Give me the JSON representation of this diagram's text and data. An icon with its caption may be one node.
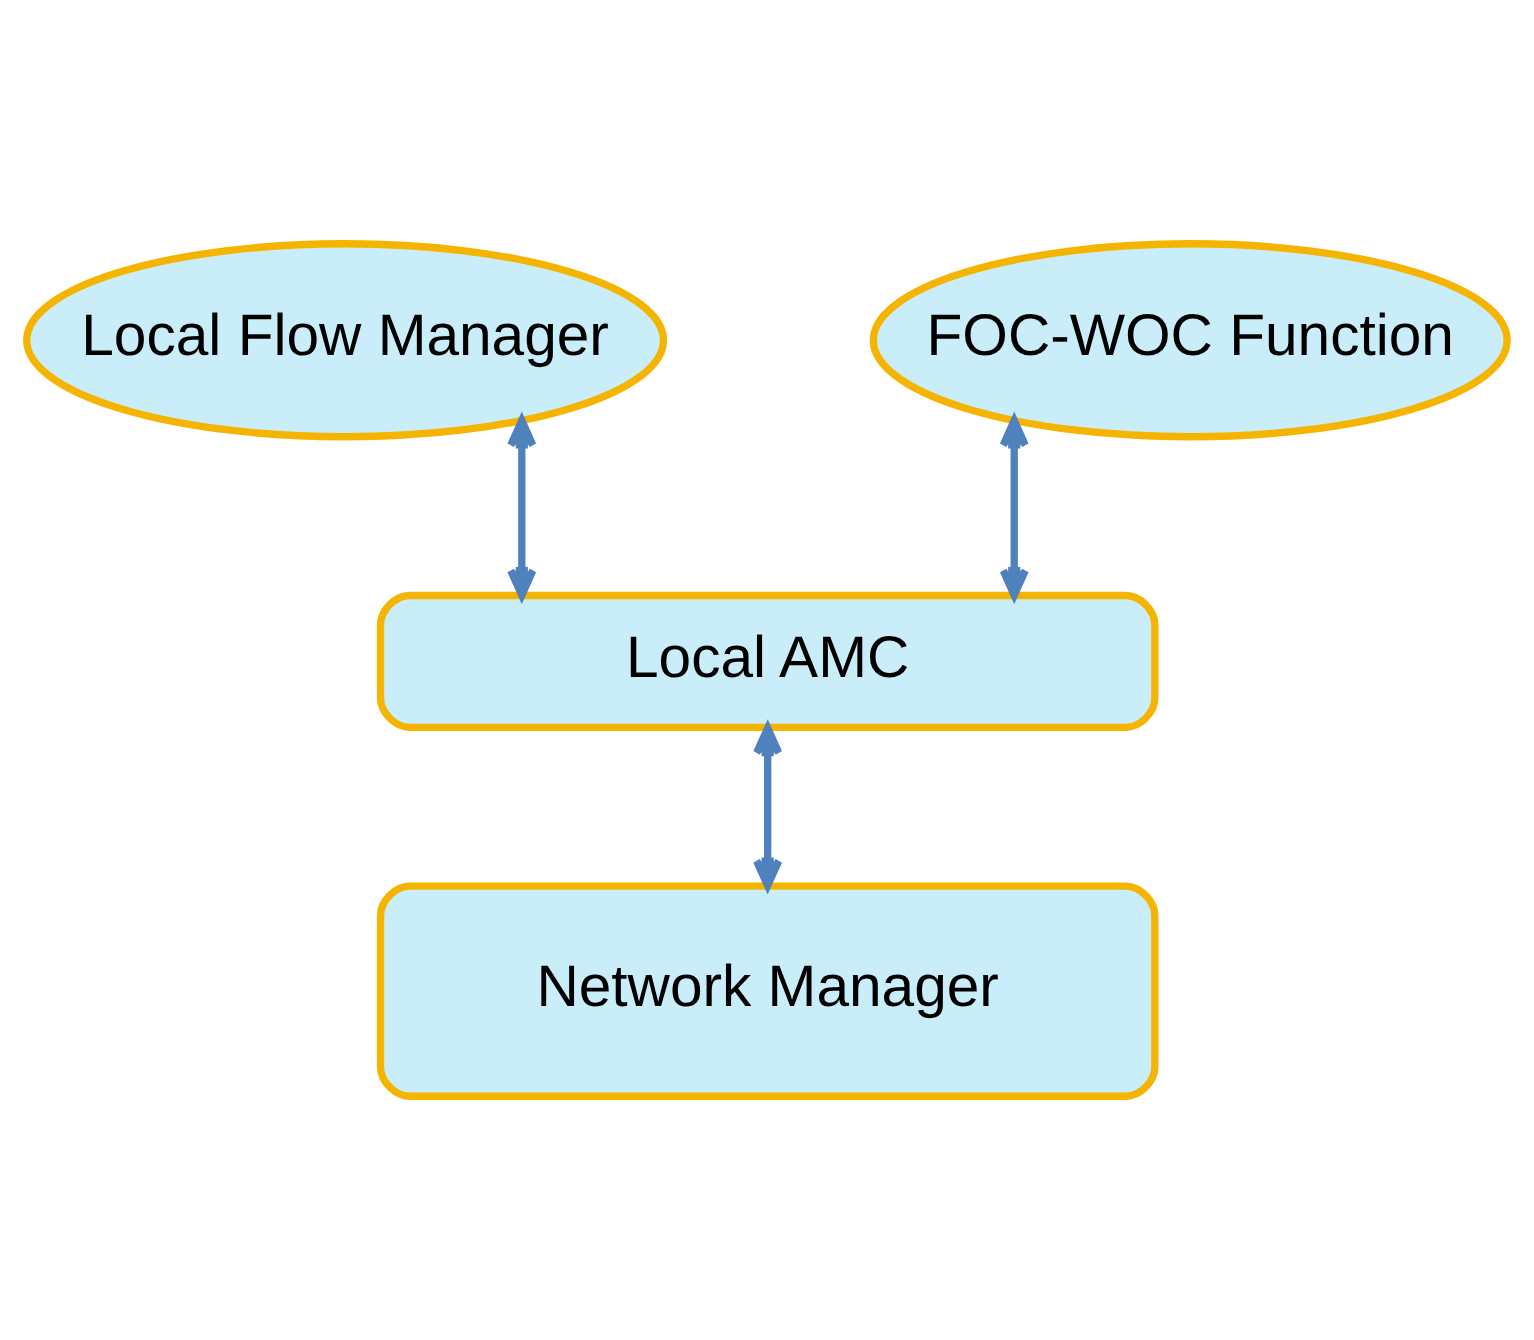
{
  "diagram": {
    "nodes": [
      {
        "text": [
          "Local Flow Manager"
        ]
      },
      {
        "text": [
          "FOC-WOC Function"
        ]
      },
      {
        "text": [
          "Local AMC"
        ]
      },
      {
        "text": [
          "Network Manager"
        ]
      }
    ],
    "edges": [
      {
        "from": 0,
        "to": 2,
        "arrow": "both"
      },
      {
        "from": 1,
        "to": 2,
        "arrow": "both"
      },
      {
        "from": 2,
        "to": 3,
        "arrow": "both"
      }
    ]
  }
}
